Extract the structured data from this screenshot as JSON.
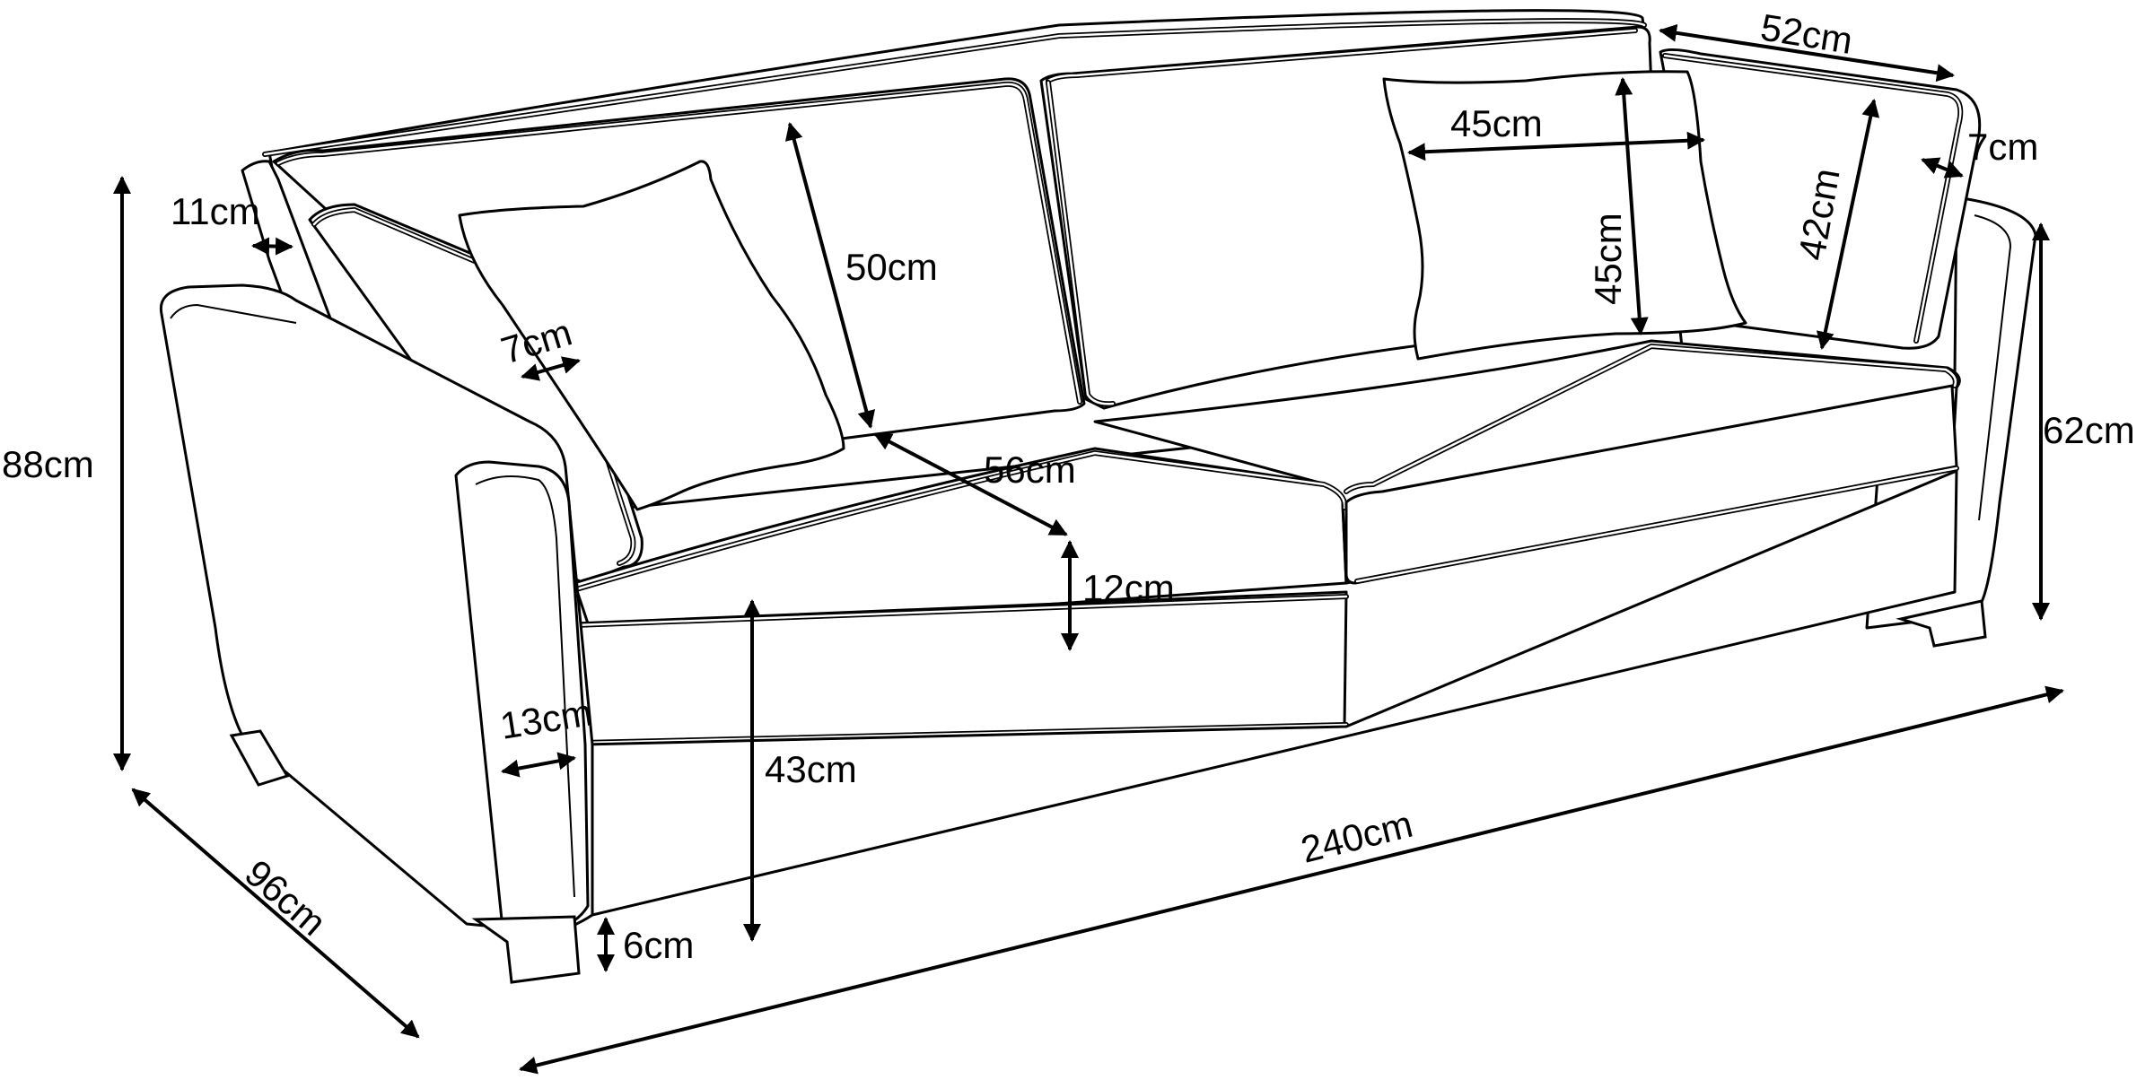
{
  "dimensions": {
    "total_height": "88cm",
    "arm_top_depth": "11cm",
    "side_cushion_thickness": "7cm",
    "backrest_height": "50cm",
    "seat_depth": "56cm",
    "seat_thickness": "12cm",
    "arm_width": "13cm",
    "seat_height": "43cm",
    "leg_height": "6cm",
    "total_depth": "96cm",
    "total_width": "240cm",
    "arm_height": "62cm",
    "back_cushion_depth": "52cm",
    "pillow_width": "45cm",
    "pillow_height": "45cm",
    "back_cushion_height": "42cm",
    "back_cushion_thickness": "7cm"
  }
}
